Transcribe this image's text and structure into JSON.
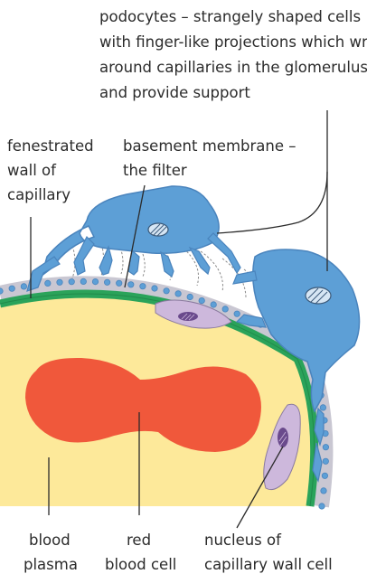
{
  "labels": {
    "podocytes": [
      "podocytes – strangely shaped cells",
      "with finger-like projections which wrap",
      "around capillaries in the glomerulus",
      "and provide support"
    ],
    "fenestrated_wall": [
      "fenestrated",
      "wall of",
      "capillary"
    ],
    "basement_membrane": [
      "basement membrane –",
      "the filter"
    ],
    "blood_plasma": [
      "blood",
      "plasma"
    ],
    "red_blood_cell": [
      "red",
      "blood cell"
    ],
    "nucleus": [
      "nucleus of",
      "capillary wall cell"
    ]
  },
  "colors": {
    "plasma": "#fde99a",
    "red_blood_cell": "#f0583b",
    "basement_membrane": "#2aa35a",
    "capillary_wall": "#c9c7d2",
    "podocyte": "#5d9fd6",
    "podocyte_outline": "#4a84bd",
    "nucleus_cell": "#cdb8dc",
    "nucleus": "#6a4a8c",
    "leader_line": "#2b2b2b"
  }
}
